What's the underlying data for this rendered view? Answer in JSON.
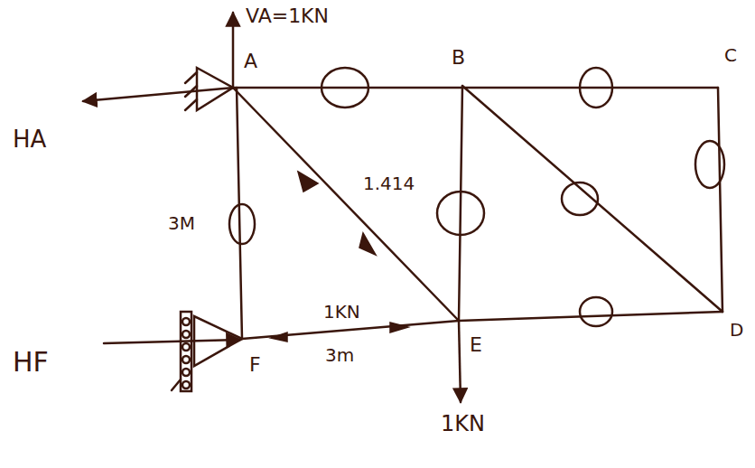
{
  "diagram": {
    "labels": [
      "VA=1KN",
      "A",
      "B",
      "C",
      "HA",
      "1.414",
      "3M",
      "1KN",
      "3m",
      "HF",
      "F",
      "E",
      "D",
      "1KN"
    ]
  }
}
